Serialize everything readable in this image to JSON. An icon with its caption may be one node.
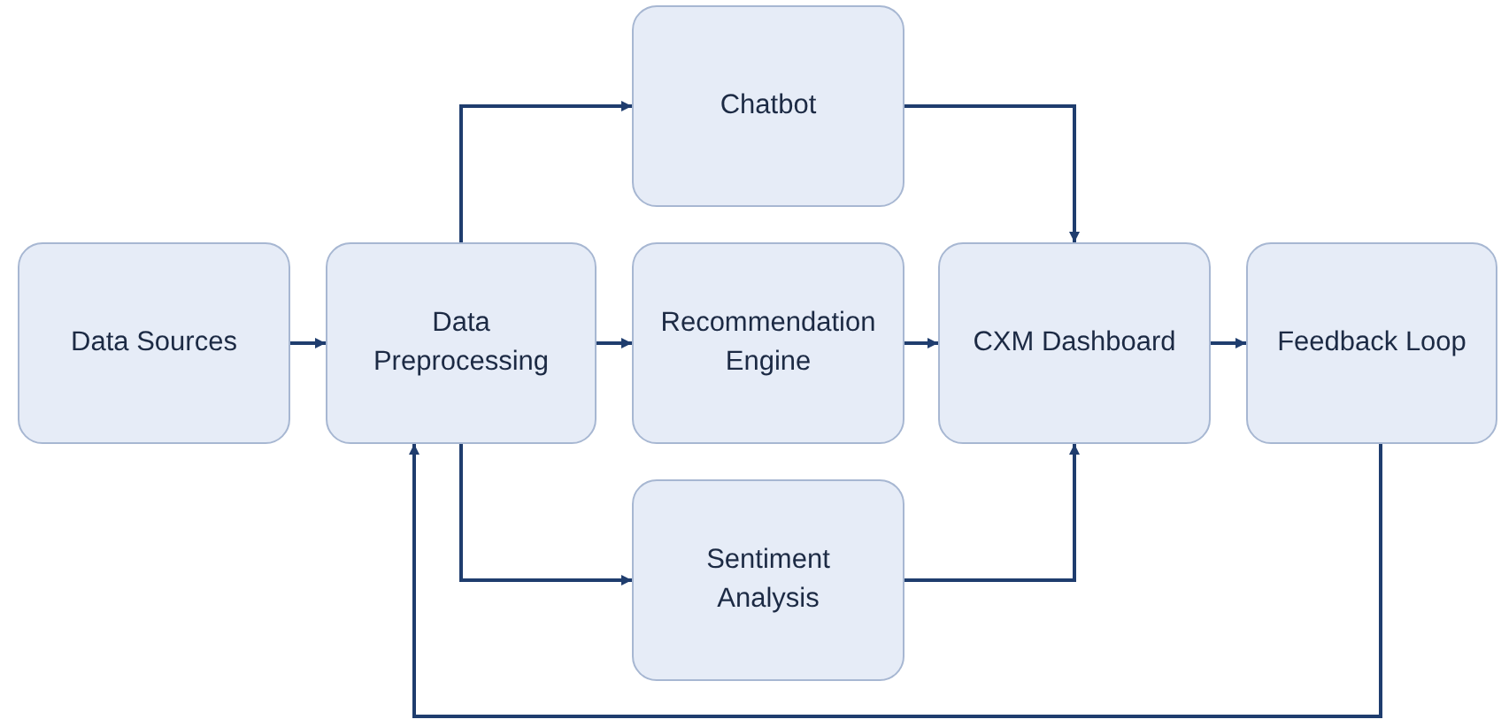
{
  "diagram": {
    "nodes": [
      {
        "text": [
          "Data Sources"
        ]
      },
      {
        "text": [
          "Data Preprocessing"
        ]
      },
      {
        "text": [
          "Chatbot"
        ]
      },
      {
        "text": [
          "Recommendation Engine"
        ]
      },
      {
        "text": [
          "Sentiment Analysis"
        ]
      },
      {
        "text": [
          "CXM Dashboard"
        ]
      },
      {
        "text": [
          "Feedback Loop"
        ]
      }
    ],
    "edges": [
      {
        "from": 0,
        "to": 1,
        "arrow": "to"
      },
      {
        "from": 1,
        "to": 2,
        "arrow": "to"
      },
      {
        "from": 1,
        "to": 3,
        "arrow": "to"
      },
      {
        "from": 1,
        "to": 4,
        "arrow": "to"
      },
      {
        "from": 2,
        "to": 5,
        "arrow": "to"
      },
      {
        "from": 3,
        "to": 5,
        "arrow": "to"
      },
      {
        "from": 4,
        "to": 5,
        "arrow": "to"
      },
      {
        "from": 5,
        "to": 6,
        "arrow": "to"
      },
      {
        "from": 6,
        "to": 1,
        "arrow": "to"
      }
    ]
  }
}
